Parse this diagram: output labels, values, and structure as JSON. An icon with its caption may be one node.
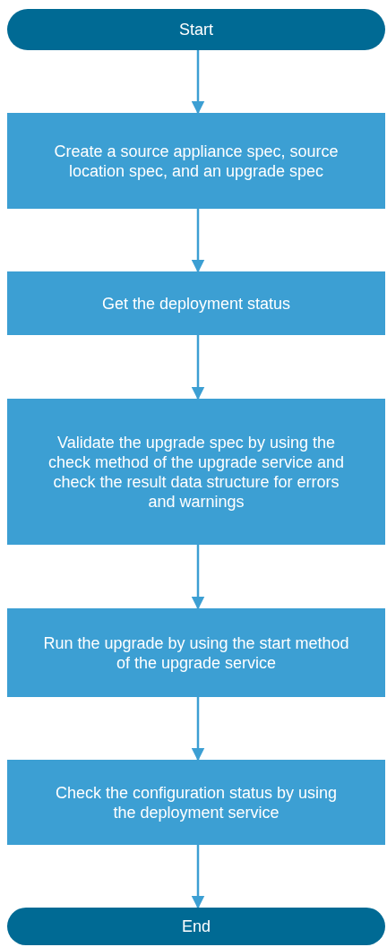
{
  "diagram": {
    "nodes": [
      {
        "text": [
          "Start"
        ]
      },
      {
        "text": [
          "Create a source appliance spec, source location spec, and an upgrade spec"
        ]
      },
      {
        "text": [
          "Get the deployment status"
        ]
      },
      {
        "text": [
          "Validate the upgrade spec by using the check method of the upgrade service and check the result data structure for errors and warnings"
        ]
      },
      {
        "text": [
          "Run the upgrade by using the start method of the upgrade service"
        ]
      },
      {
        "text": [
          "Check the configuration status by using the deployment service"
        ]
      },
      {
        "text": [
          "End"
        ]
      }
    ],
    "edges": [
      {
        "from": 0,
        "to": 1,
        "arrow": "to"
      },
      {
        "from": 1,
        "to": 2,
        "arrow": "to"
      },
      {
        "from": 2,
        "to": 3,
        "arrow": "to"
      },
      {
        "from": 3,
        "to": 4,
        "arrow": "to"
      },
      {
        "from": 4,
        "to": 5,
        "arrow": "to"
      },
      {
        "from": 5,
        "to": 6,
        "arrow": "to"
      }
    ]
  }
}
